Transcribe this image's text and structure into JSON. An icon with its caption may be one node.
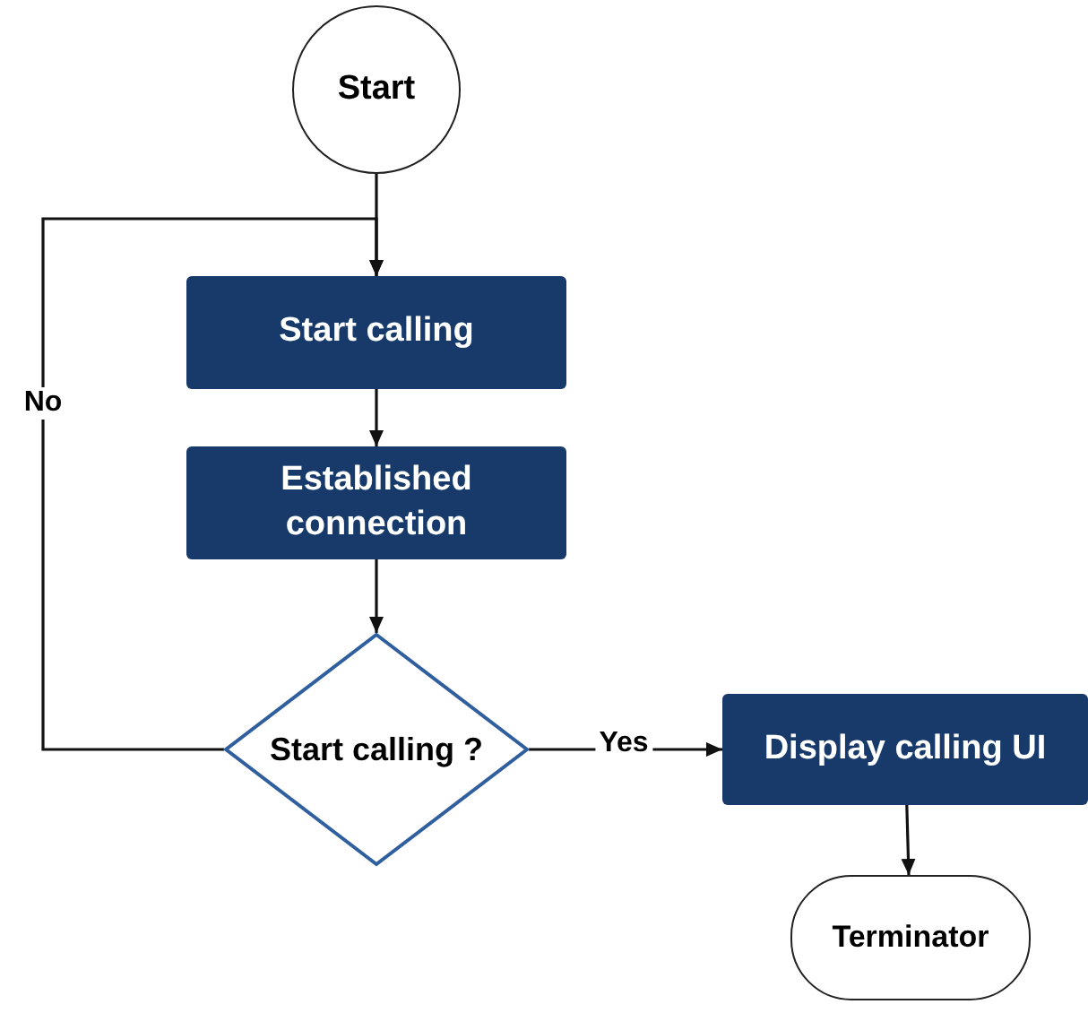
{
  "diagram": {
    "nodes": [
      {
        "text": [
          "Start"
        ]
      },
      {
        "text": [
          "Start calling"
        ]
      },
      {
        "text": [
          "Established connection"
        ]
      },
      {
        "text": [
          "Start calling ?"
        ]
      },
      {
        "text": [
          "Display calling UI"
        ]
      },
      {
        "text": [
          "Terminator"
        ]
      }
    ],
    "edges": [
      {
        "from": 0,
        "to": 1,
        "arrow": "to"
      },
      {
        "from": 1,
        "to": 2,
        "arrow": "to"
      },
      {
        "from": 2,
        "to": 3,
        "arrow": "to"
      },
      {
        "from": 3,
        "to": 1,
        "arrow": "to",
        "label": "No"
      },
      {
        "from": 3,
        "to": 4,
        "arrow": "to",
        "label": "Yes"
      },
      {
        "from": 4,
        "to": 5,
        "arrow": "to"
      }
    ]
  }
}
